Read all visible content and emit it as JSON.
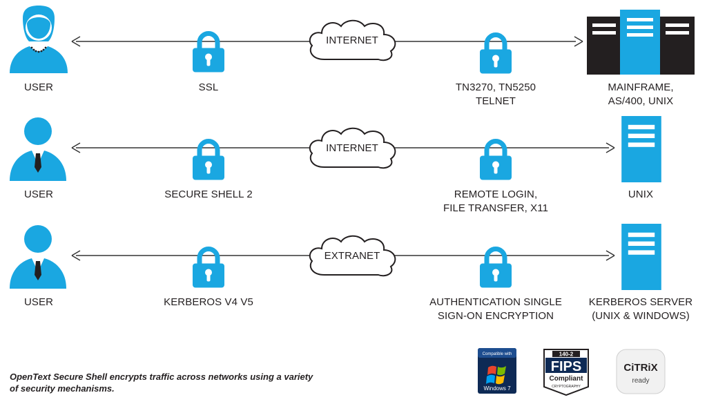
{
  "colors": {
    "accent": "#1aa7e1",
    "line": "#333333",
    "dark": "#231f20",
    "white": "#ffffff"
  },
  "rows": [
    {
      "user_label": "USER",
      "network": "INTERNET",
      "left_mechanism": [
        "SSL"
      ],
      "right_mechanism": [
        "TN3270, TN5250",
        "TELNET"
      ],
      "server_label": [
        "MAINFRAME,",
        "AS/400, UNIX"
      ],
      "user_icon": "female-user-icon",
      "server_icon": "mainframe-icon"
    },
    {
      "user_label": "USER",
      "network": "INTERNET",
      "left_mechanism": [
        "SECURE SHELL 2"
      ],
      "right_mechanism": [
        "REMOTE LOGIN,",
        "FILE TRANSFER, X11"
      ],
      "server_label": [
        "UNIX"
      ],
      "user_icon": "male-user-icon",
      "server_icon": "server-icon"
    },
    {
      "user_label": "USER",
      "network": "EXTRANET",
      "left_mechanism": [
        "KERBEROS V4 V5"
      ],
      "right_mechanism": [
        "AUTHENTICATION SINGLE",
        "SIGN-ON ENCRYPTION"
      ],
      "server_label": [
        "KERBEROS SERVER",
        "(UNIX & WINDOWS)"
      ],
      "user_icon": "male-user-icon",
      "server_icon": "server-icon"
    }
  ],
  "caption": [
    "OpenText Secure Shell encrypts traffic across networks using a variety",
    "of security mechanisms."
  ],
  "badges": {
    "windows": {
      "top": "Compatible with",
      "bottom": "Windows 7"
    },
    "fips": {
      "top": "140-2",
      "main": "FIPS",
      "sub": "Compliant",
      "foot": "CRYPTOGRAPHY"
    },
    "citrix": {
      "main": "CiTRiX",
      "sub": "ready"
    }
  }
}
